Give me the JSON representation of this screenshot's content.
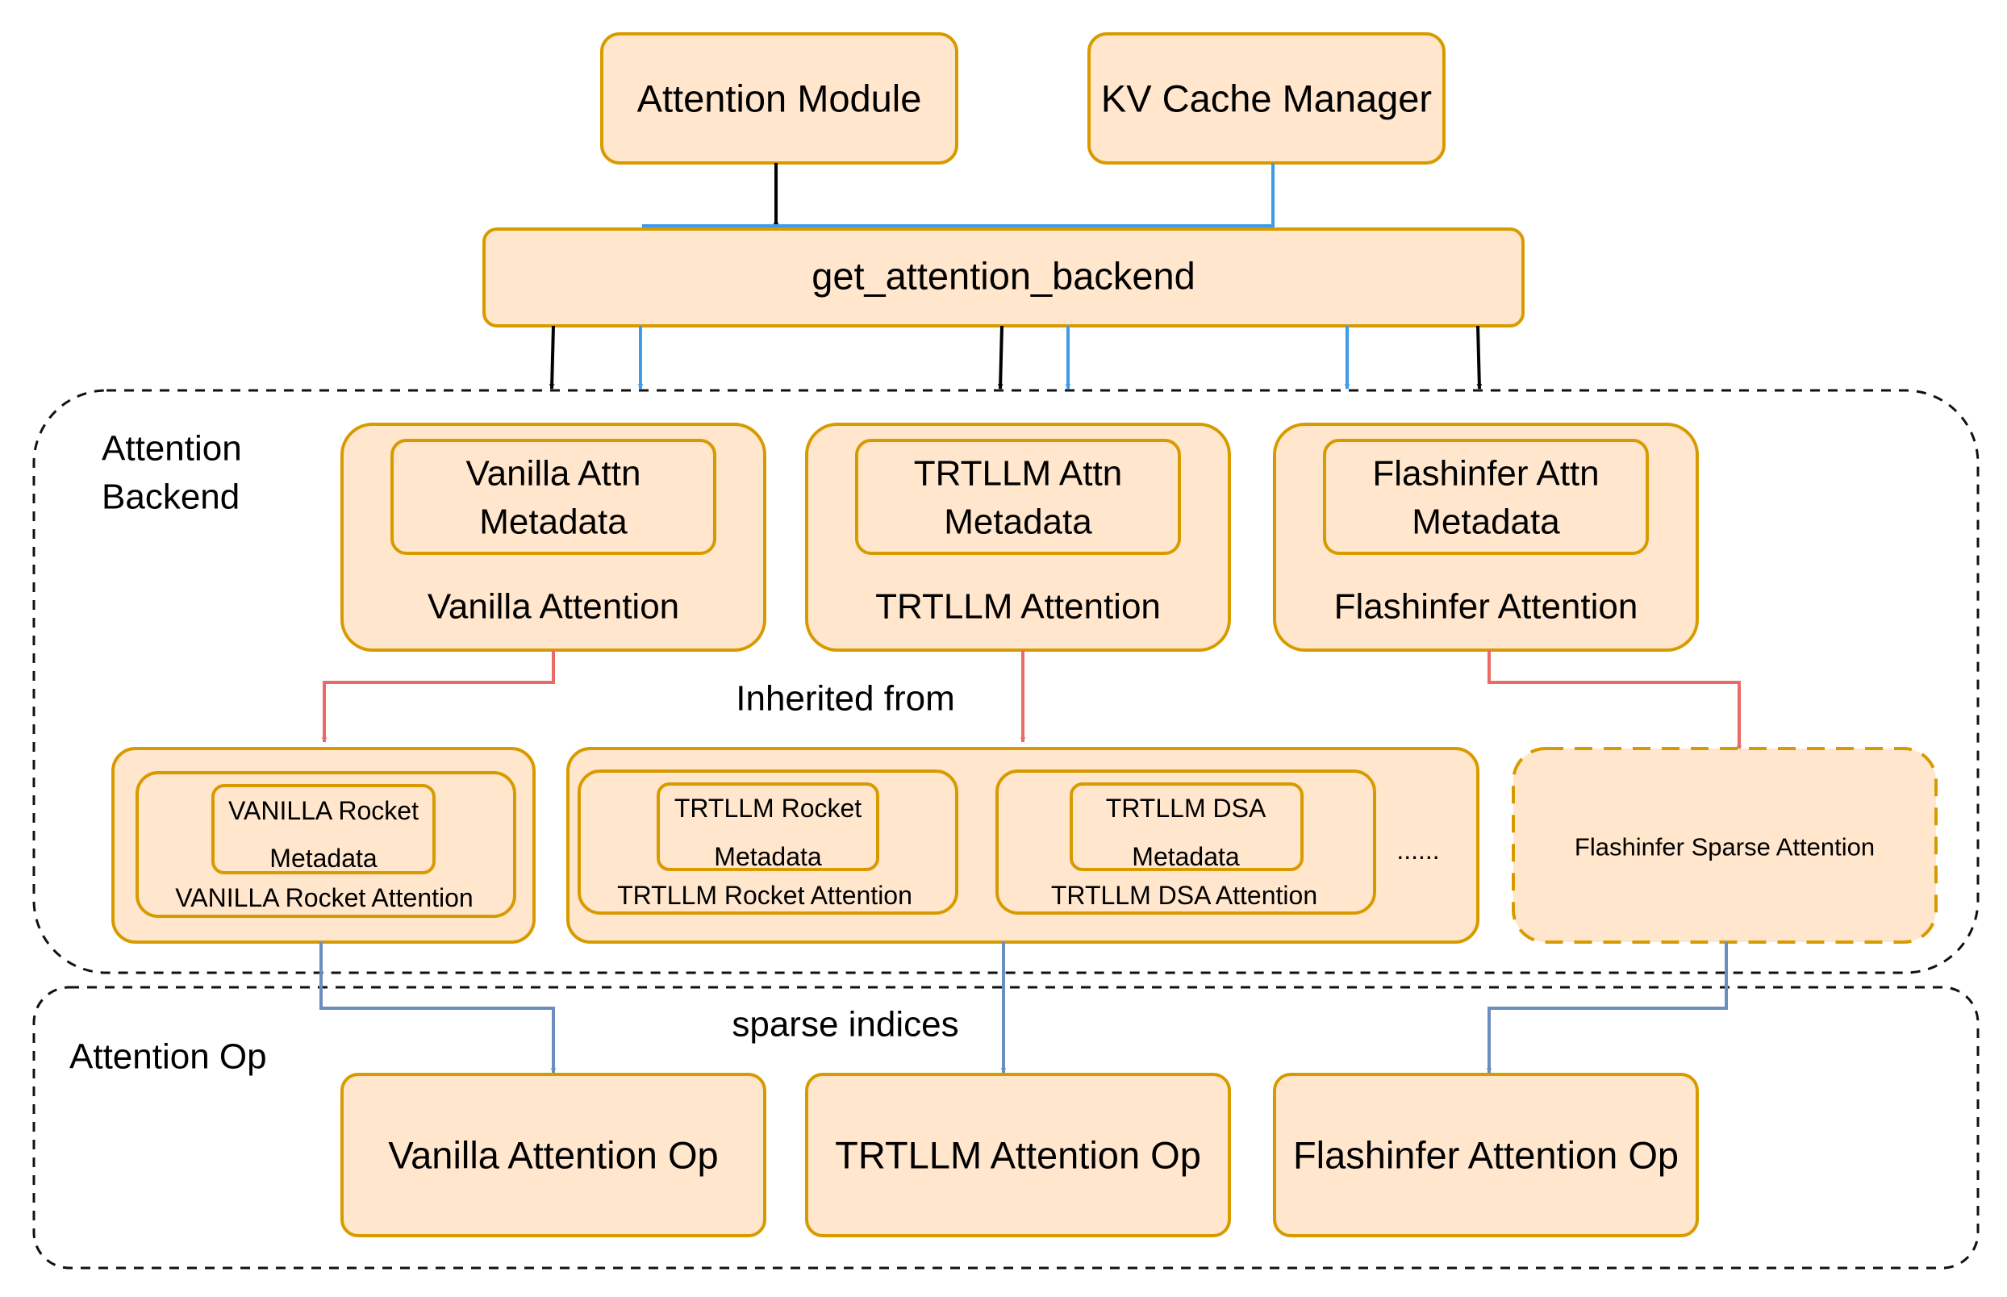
{
  "top": {
    "attention_module": "Attention Module",
    "kv_cache_manager": "KV Cache Manager",
    "get_backend": "get_attention_backend"
  },
  "backend_region": {
    "label_line1": "Attention",
    "label_line2": "Backend",
    "vanilla": {
      "meta_line1": "Vanilla Attn",
      "meta_line2": "Metadata",
      "name": "Vanilla Attention"
    },
    "trtllm": {
      "meta_line1": "TRTLLM Attn",
      "meta_line2": "Metadata",
      "name": "TRTLLM Attention"
    },
    "flashinfer": {
      "meta_line1": "Flashinfer Attn",
      "meta_line2": "Metadata",
      "name": "Flashinfer Attention"
    },
    "inherited_label": "Inherited from",
    "vanilla_rocket": {
      "meta_line1": "VANILLA Rocket",
      "meta_line2": "Metadata",
      "name": "VANILLA Rocket Attention"
    },
    "trtllm_rocket": {
      "meta_line1": "TRTLLM Rocket",
      "meta_line2": "Metadata",
      "name": "TRTLLM Rocket Attention"
    },
    "trtllm_dsa": {
      "meta_line1": "TRTLLM DSA",
      "meta_line2": "Metadata",
      "name": "TRTLLM DSA Attention"
    },
    "ellipsis": "......",
    "flashinfer_sparse": "Flashinfer Sparse Attention"
  },
  "op_region": {
    "label": "Attention Op",
    "sparse_label": "sparse indices",
    "vanilla_op": "Vanilla Attention Op",
    "trtllm_op": "TRTLLM Attention Op",
    "flashinfer_op": "Flashinfer Attention Op"
  },
  "colors": {
    "box_fill": "#ffe6cc",
    "box_stroke": "#d79b00",
    "arrow_black": "#000000",
    "arrow_blue": "#3d9be9",
    "arrow_red": "#ea6b66",
    "arrow_slate": "#6c8ebf"
  }
}
